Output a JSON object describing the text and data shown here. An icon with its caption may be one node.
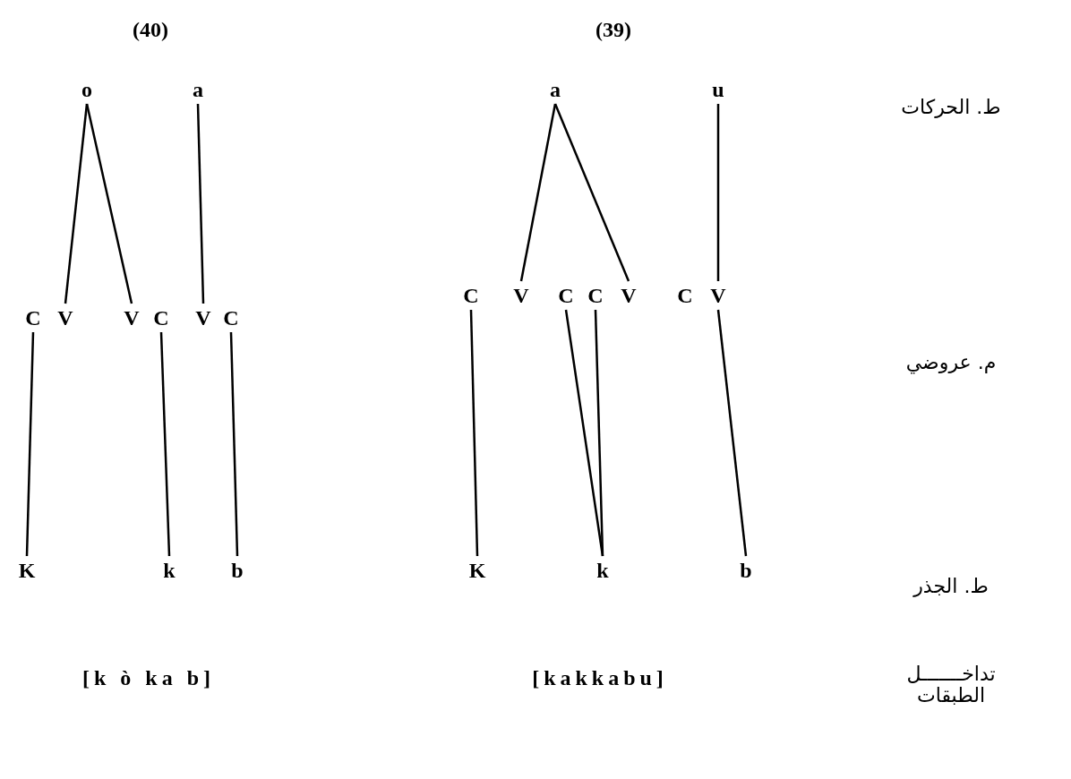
{
  "diagram": {
    "nodes": [
      {
        "text": [
          "o"
        ]
      },
      {
        "text": [
          "a"
        ]
      },
      {
        "text": [
          "a"
        ]
      },
      {
        "text": [
          "u"
        ]
      },
      {
        "text": [
          "C"
        ]
      },
      {
        "text": [
          "V"
        ]
      },
      {
        "text": [
          "V"
        ]
      },
      {
        "text": [
          "C"
        ]
      },
      {
        "text": [
          "V"
        ]
      },
      {
        "text": [
          "C"
        ]
      },
      {
        "text": [
          "C"
        ]
      },
      {
        "text": [
          "V"
        ]
      },
      {
        "text": [
          "C"
        ]
      },
      {
        "text": [
          "C"
        ]
      },
      {
        "text": [
          "V"
        ]
      },
      {
        "text": [
          "C"
        ]
      },
      {
        "text": [
          "V"
        ]
      },
      {
        "text": [
          "K"
        ]
      },
      {
        "text": [
          "k"
        ]
      },
      {
        "text": [
          "b"
        ]
      },
      {
        "text": [
          "K"
        ]
      },
      {
        "text": [
          "k"
        ]
      },
      {
        "text": [
          "b"
        ]
      }
    ],
    "edges": [
      {
        "from": 0,
        "to": 5,
        "arrow": "none"
      },
      {
        "from": 0,
        "to": 6,
        "arrow": "none"
      },
      {
        "from": 1,
        "to": 8,
        "arrow": "none"
      },
      {
        "from": 2,
        "to": 11,
        "arrow": "none"
      },
      {
        "from": 2,
        "to": 14,
        "arrow": "none"
      },
      {
        "from": 3,
        "to": 16,
        "arrow": "none"
      },
      {
        "from": 4,
        "to": 17,
        "arrow": "none"
      },
      {
        "from": 7,
        "to": 18,
        "arrow": "none"
      },
      {
        "from": 9,
        "to": 19,
        "arrow": "none"
      },
      {
        "from": 10,
        "to": 20,
        "arrow": "none"
      },
      {
        "from": 12,
        "to": 21,
        "arrow": "none"
      },
      {
        "from": 13,
        "to": 21,
        "arrow": "none"
      },
      {
        "from": 16,
        "to": 22,
        "arrow": "none"
      }
    ],
    "labels": [
      "(40)",
      "(39)",
      "ط. الحركات",
      "م. عروضي",
      "ط. الجذر",
      "[k ò ka b]",
      "[kakkabu]",
      "تداخـــــــل الطبقات"
    ]
  }
}
